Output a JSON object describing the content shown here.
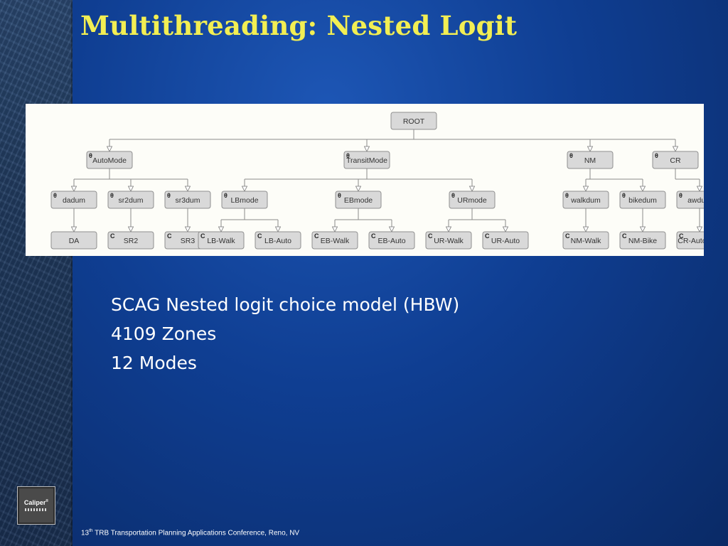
{
  "slide": {
    "title": "Multithreading: Nested Logit",
    "body_lines": [
      "SCAG Nested logit choice model (HBW)",
      "4109 Zones",
      "12 Modes"
    ],
    "footer": {
      "prefix": "13",
      "superscript": "th",
      "suffix": " TRB Transportation Planning Applications Conference, Reno, NV"
    },
    "logo": {
      "text": "Caliper",
      "mark": "®"
    },
    "colors": {
      "title": "#f2ee53",
      "background": "#0f3e92",
      "body_text": "#ffffff"
    }
  },
  "diagram": {
    "root": "ROOT",
    "nests": [
      {
        "label": "AutoMode",
        "type": "θ",
        "children": [
          {
            "label": "dadum",
            "type": "θ",
            "leaf": {
              "label": "DA",
              "type": ""
            }
          },
          {
            "label": "sr2dum",
            "type": "θ",
            "leaf": {
              "label": "SR2",
              "type": "C"
            }
          },
          {
            "label": "sr3dum",
            "type": "θ",
            "leaf": {
              "label": "SR3",
              "type": "C"
            }
          }
        ]
      },
      {
        "label": "TransitMode",
        "type": "θ",
        "children": [
          {
            "label": "LBmode",
            "type": "θ",
            "leaves": [
              {
                "label": "LB-Walk",
                "type": "C"
              },
              {
                "label": "LB-Auto",
                "type": "C"
              }
            ]
          },
          {
            "label": "EBmode",
            "type": "θ",
            "leaves": [
              {
                "label": "EB-Walk",
                "type": "C"
              },
              {
                "label": "EB-Auto",
                "type": "C"
              }
            ]
          },
          {
            "label": "URmode",
            "type": "θ",
            "leaves": [
              {
                "label": "UR-Walk",
                "type": "C"
              },
              {
                "label": "UR-Auto",
                "type": "C"
              }
            ]
          }
        ]
      },
      {
        "label": "NM",
        "type": "θ",
        "children": [
          {
            "label": "walkdum",
            "type": "θ",
            "leaf": {
              "label": "NM-Walk",
              "type": "C"
            }
          },
          {
            "label": "bikedum",
            "type": "θ",
            "leaf": {
              "label": "NM-Bike",
              "type": "C"
            }
          }
        ]
      },
      {
        "label": "CR",
        "type": "θ",
        "children": [
          {
            "label": "awdum",
            "type": "θ",
            "leaf": {
              "label": "CR-Auto-Wal",
              "type": "C"
            }
          }
        ]
      }
    ]
  }
}
